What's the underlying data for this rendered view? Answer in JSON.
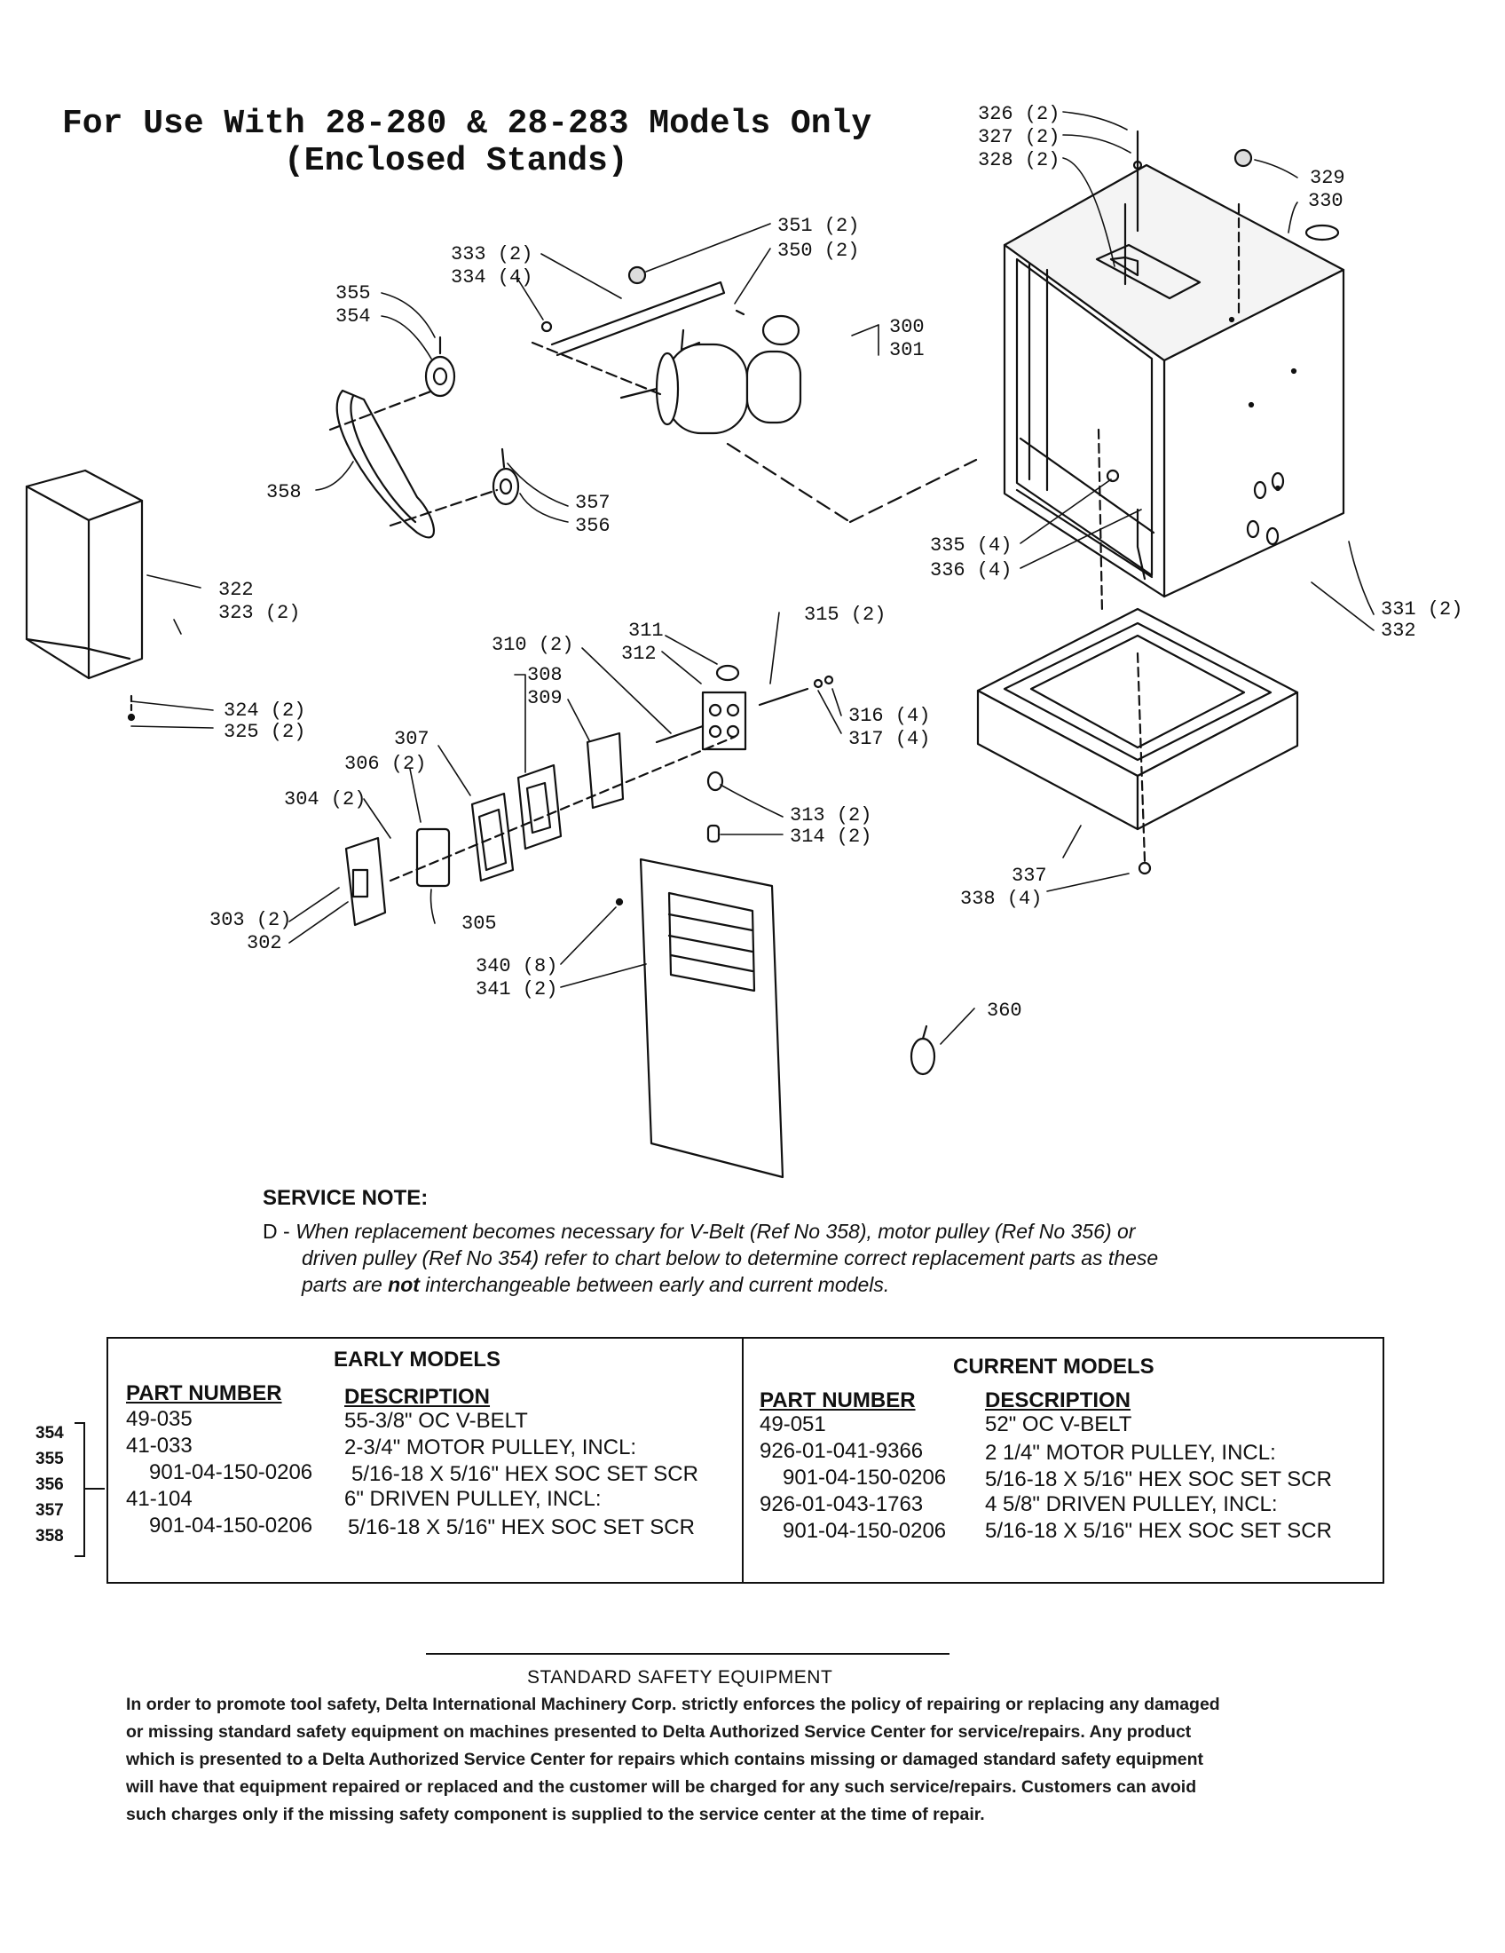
{
  "title": {
    "line1": "For Use With 28-280 & 28-283 Models Only",
    "line2": "(Enclosed Stands)"
  },
  "callouts": {
    "c326": "326 (2)",
    "c327": "327 (2)",
    "c328": "328 (2)",
    "c329": "329",
    "c330": "330",
    "c351": "351 (2)",
    "c350": "350 (2)",
    "c333": "333 (2)",
    "c334": "334 (4)",
    "c355": "355",
    "c354": "354",
    "c300": "300",
    "c301": "301",
    "c358": "358",
    "c357": "357",
    "c356": "356",
    "c335": "335 (4)",
    "c336": "336 (4)",
    "c331": "331 (2)",
    "c332": "332",
    "c322": "322",
    "c323": "323 (2)",
    "c324": "324 (2)",
    "c325": "325 (2)",
    "c311": "311",
    "c312": "312",
    "c315": "315 (2)",
    "c310": "310 (2)",
    "c308": "308",
    "c309": "309",
    "c316": "316 (4)",
    "c317": "317 (4)",
    "c307": "307",
    "c306": "306 (2)",
    "c304": "304 (2)",
    "c313": "313 (2)",
    "c314": "314 (2)",
    "c303": "303 (2)",
    "c302": "302",
    "c305": "305",
    "c337": "337",
    "c338": "338 (4)",
    "c340": "340 (8)",
    "c341": "341 (2)",
    "c360": "360"
  },
  "service_note": {
    "heading": "SERVICE NOTE:",
    "marker": "D -",
    "line1": "When replacement becomes necessary for V-Belt (Ref No 358), motor pulley (Ref No 356) or",
    "line2": "driven pulley (Ref No 354) refer to chart below to determine correct replacement parts as these",
    "line3a": "parts are ",
    "line3b": "not",
    "line3c": " interchangeable between early and current models."
  },
  "ref_numbers": [
    "354",
    "355",
    "356",
    "357",
    "358"
  ],
  "early_models": {
    "title": "EARLY MODELS",
    "part_header": "PART NUMBER",
    "desc_header": "DESCRIPTION",
    "rows": [
      {
        "part": "49-035",
        "desc": "55-3/8\" OC V-BELT"
      },
      {
        "part": "41-033",
        "desc": "2-3/4\" MOTOR PULLEY, INCL:"
      },
      {
        "part": "901-04-150-0206",
        "desc": "5/16-18 X 5/16\" HEX SOC SET SCR"
      },
      {
        "part": "41-104",
        "desc": "6\" DRIVEN PULLEY, INCL:"
      },
      {
        "part": "901-04-150-0206",
        "desc": "5/16-18 X 5/16\" HEX SOC SET SCR"
      }
    ]
  },
  "current_models": {
    "title": "CURRENT MODELS",
    "part_header": "PART NUMBER",
    "desc_header": "DESCRIPTION",
    "rows": [
      {
        "part": "49-051",
        "desc": "52\" OC V-BELT"
      },
      {
        "part": "926-01-041-9366",
        "desc": "2 1/4\" MOTOR PULLEY, INCL:"
      },
      {
        "part": "901-04-150-0206",
        "desc": "5/16-18 X 5/16\" HEX SOC SET SCR"
      },
      {
        "part": "926-01-043-1763",
        "desc": "4 5/8\" DRIVEN PULLEY, INCL:"
      },
      {
        "part": "901-04-150-0206",
        "desc": "5/16-18 X 5/16\" HEX SOC SET SCR"
      }
    ]
  },
  "safety": {
    "title": "STANDARD SAFETY EQUIPMENT",
    "line1": "In order to promote tool safety, Delta International Machinery Corp. strictly enforces the policy of repairing or replacing any damaged",
    "line2": "or missing standard safety equipment on machines presented to Delta Authorized Service Center for service/repairs. Any product",
    "line3": "which is presented to a Delta Authorized Service Center for repairs which contains missing or damaged standard safety equipment",
    "line4": "will have that equipment repaired or replaced and the customer will be charged for any such service/repairs. Customers can avoid",
    "line5": "such charges only if the missing safety component is supplied to the service center at the time of repair."
  }
}
